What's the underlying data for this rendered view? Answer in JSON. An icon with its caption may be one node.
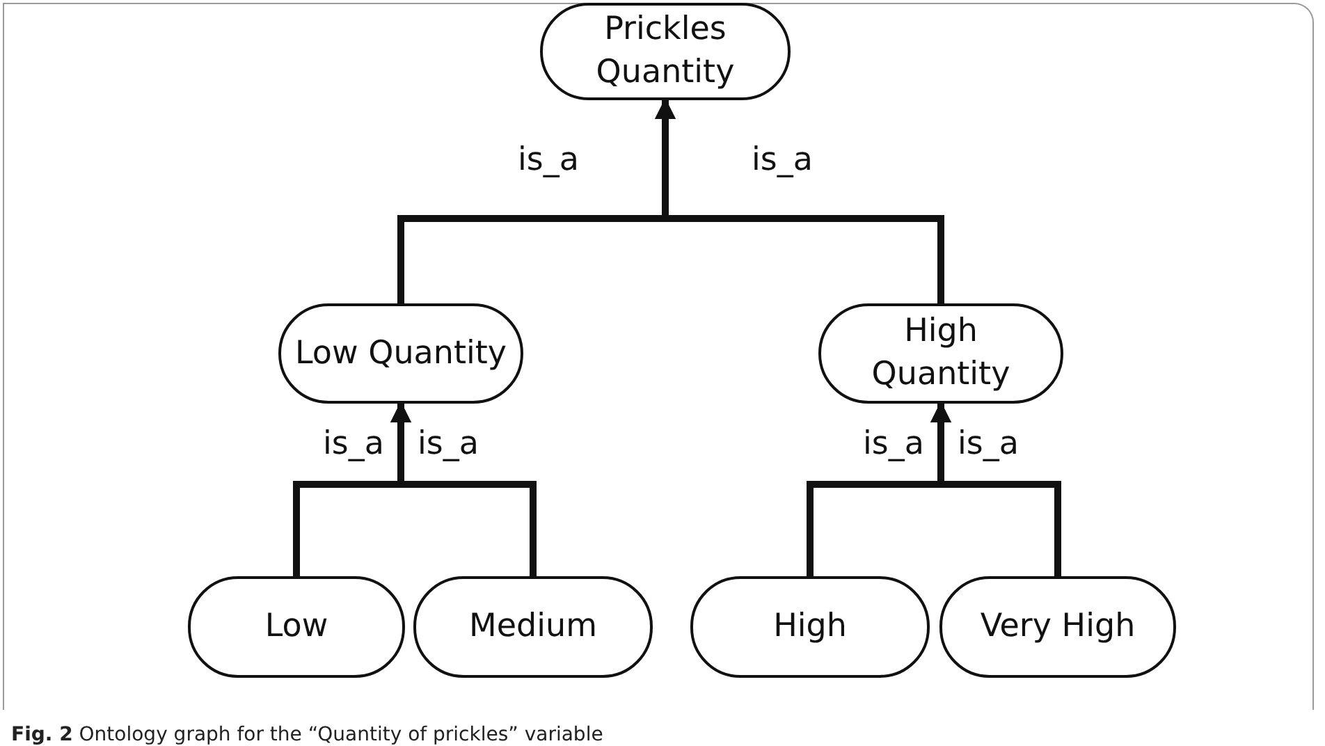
{
  "diagram": {
    "caption": "**Fig. 2** Ontology graph for the “Quantity of prickles” variable",
    "nodes": [
      {
        "text": [
          "Prickles Quantity"
        ]
      },
      {
        "text": [
          "Low Quantity"
        ]
      },
      {
        "text": [
          "High Quantity"
        ]
      },
      {
        "text": [
          "Low"
        ]
      },
      {
        "text": [
          "Medium"
        ]
      },
      {
        "text": [
          "High"
        ]
      },
      {
        "text": [
          "Very High"
        ]
      }
    ],
    "edges": [
      {
        "from": 1,
        "to": 0,
        "arrow": "to",
        "label": "is_a"
      },
      {
        "from": 2,
        "to": 0,
        "arrow": "to",
        "label": "is_a"
      },
      {
        "from": 3,
        "to": 1,
        "arrow": "to",
        "label": "is_a"
      },
      {
        "from": 4,
        "to": 1,
        "arrow": "to",
        "label": "is_a"
      },
      {
        "from": 5,
        "to": 2,
        "arrow": "to",
        "label": "is_a"
      },
      {
        "from": 6,
        "to": 2,
        "arrow": "to",
        "label": "is_a"
      }
    ]
  }
}
